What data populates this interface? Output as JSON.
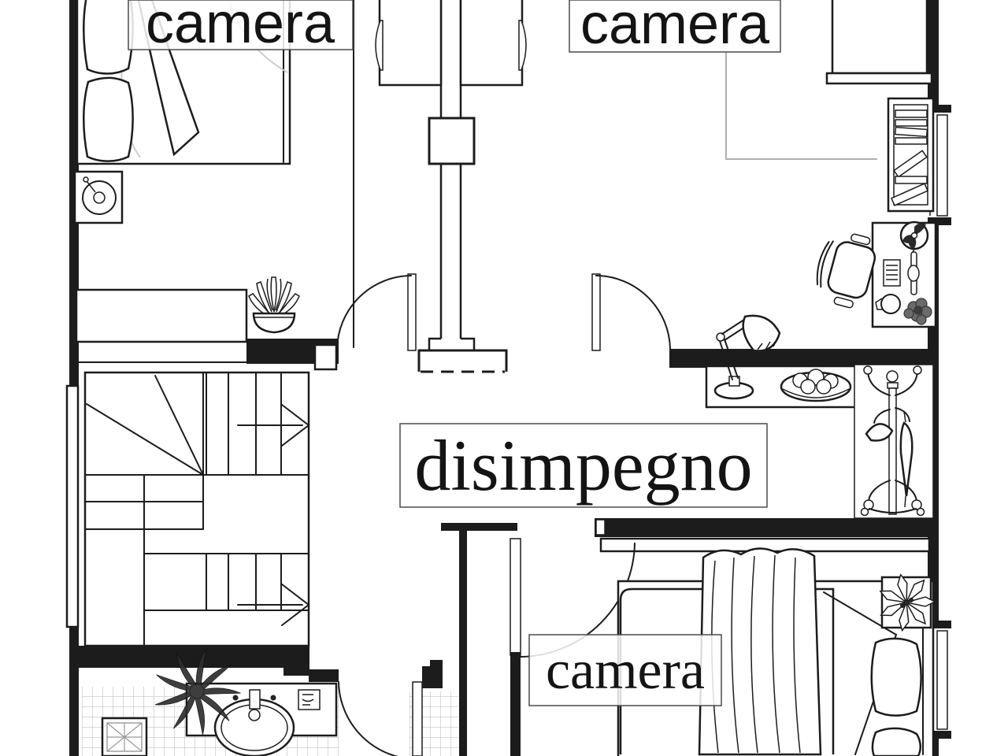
{
  "document": {
    "type": "architectural-floor-plan",
    "style": "black-and-white line drawing, top-down view"
  },
  "labels": {
    "bedroom_top_left": "camera",
    "bedroom_top_right": "camera",
    "hallway": "disimpegno",
    "bedroom_bottom": "camera"
  },
  "rooms": [
    {
      "name": "bedroom-top-left",
      "label": "camera"
    },
    {
      "name": "bedroom-top-right",
      "label": "camera"
    },
    {
      "name": "hallway",
      "label": "disimpegno"
    },
    {
      "name": "bedroom-bottom",
      "label": "camera"
    },
    {
      "name": "bathroom",
      "label": ""
    }
  ],
  "furniture_icons": [
    "double-bed",
    "pillow",
    "nightstand-lamp",
    "dresser",
    "aloe-plant",
    "wardrobe",
    "column",
    "staircase",
    "direction-arrow",
    "bookshelf",
    "desk",
    "desk-fan",
    "keyboard",
    "monitor",
    "mug",
    "desk-plant",
    "office-chair",
    "desk-lamp",
    "console-table",
    "fruit-bowl",
    "coat-stand",
    "hat",
    "umbrella",
    "single-bed",
    "blanket-drape",
    "poinsettia-plant",
    "vanity-sink",
    "faucet",
    "soap-dispenser",
    "bath-rug",
    "floor-tiles",
    "fern-plant",
    "door-swing",
    "window"
  ],
  "colors": {
    "line": "#1c1c1c",
    "background": "#ffffff",
    "tile_grid": "#b5b5b5",
    "label_border": "#4a4a4a",
    "label_text": "#141414",
    "faint_sketch": "#cccccc"
  }
}
